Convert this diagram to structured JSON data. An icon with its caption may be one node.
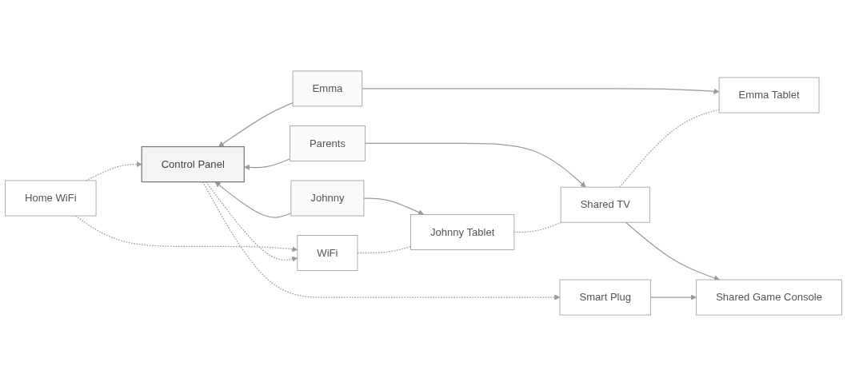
{
  "diagram": {
    "nodes": [
      {
        "text": [
          "Home WiFi"
        ]
      },
      {
        "text": [
          "Control Panel"
        ]
      },
      {
        "text": [
          "WiFi"
        ]
      },
      {
        "text": [
          "Johnny"
        ]
      },
      {
        "text": [
          "Parents"
        ]
      },
      {
        "text": [
          "Emma"
        ]
      },
      {
        "text": [
          "Johnny Tablet"
        ]
      },
      {
        "text": [
          "Shared TV"
        ]
      },
      {
        "text": [
          "Emma Tablet"
        ]
      },
      {
        "text": [
          "Shared Game Console"
        ]
      },
      {
        "text": [
          "Smart Plug"
        ]
      }
    ],
    "edges": [
      {
        "from": 0,
        "to": 2,
        "arrow": "to",
        "style": "dashed"
      },
      {
        "from": 1,
        "to": 2,
        "arrow": "to",
        "style": "dashed"
      },
      {
        "from": 0,
        "to": 1,
        "arrow": "to",
        "style": "dashed"
      },
      {
        "from": 3,
        "to": 1,
        "arrow": "to"
      },
      {
        "from": 4,
        "to": 1,
        "arrow": "to"
      },
      {
        "from": 5,
        "to": 1,
        "arrow": "to"
      },
      {
        "from": 1,
        "to": 10,
        "arrow": "to",
        "style": "dashed"
      },
      {
        "from": 3,
        "to": 6,
        "arrow": "to"
      },
      {
        "from": 4,
        "to": 7,
        "arrow": "to"
      },
      {
        "from": 5,
        "to": 8,
        "arrow": "to"
      },
      {
        "from": 2,
        "to": 6,
        "arrow": "none",
        "style": "dashed"
      },
      {
        "from": 6,
        "to": 7,
        "arrow": "none",
        "style": "dashed"
      },
      {
        "from": 7,
        "to": 8,
        "arrow": "none",
        "style": "dashed"
      },
      {
        "from": 7,
        "to": 9,
        "arrow": "to"
      },
      {
        "from": 10,
        "to": 9,
        "arrow": "to"
      }
    ]
  }
}
